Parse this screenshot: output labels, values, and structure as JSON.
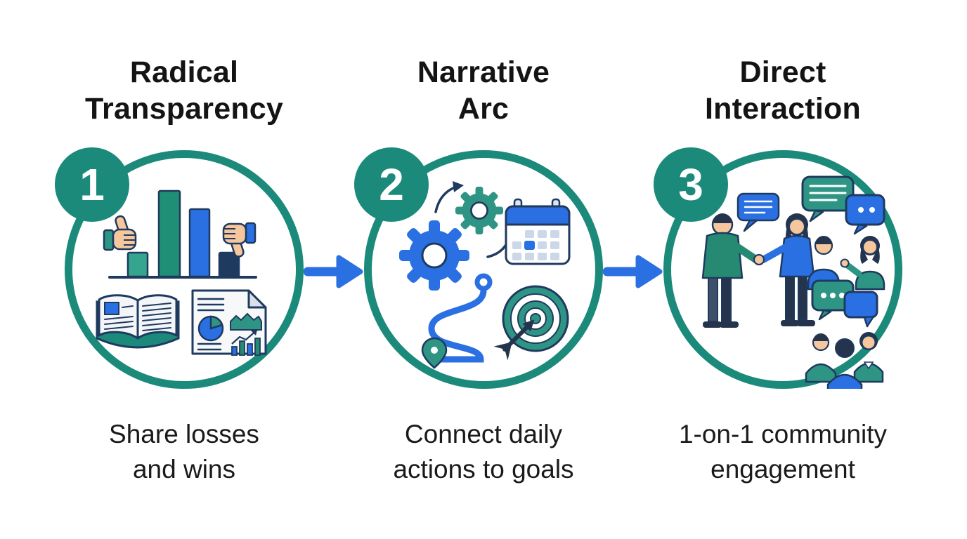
{
  "background": "#ffffff",
  "palette": {
    "teal": "#1b8a7a",
    "teal_light": "#2e9584",
    "green": "#268a72",
    "blue": "#2a70e2",
    "navy": "#1f3a5f",
    "dark": "#24344d",
    "skin": "#f6c69d",
    "text": "#141414"
  },
  "steps": [
    {
      "number": "1",
      "title": "Radical\nTransparency",
      "caption": "Share losses\nand wins",
      "icons": [
        "thumbs-up",
        "bar-chart",
        "thumbs-down",
        "open-book",
        "analytics-report"
      ]
    },
    {
      "number": "2",
      "title": "Narrative\nArc",
      "caption": "Connect daily\nactions to goals",
      "icons": [
        "gears",
        "calendar",
        "winding-path",
        "target-arrow"
      ]
    },
    {
      "number": "3",
      "title": "Direct\nInteraction",
      "caption": "1-on-1 community\nengagement",
      "icons": [
        "handshake",
        "speech-bubble",
        "conversation",
        "group-discussion"
      ]
    }
  ],
  "connectors": [
    {
      "type": "arrow-right",
      "color": "#2a70e2"
    },
    {
      "type": "arrow-right",
      "color": "#2a70e2"
    }
  ]
}
